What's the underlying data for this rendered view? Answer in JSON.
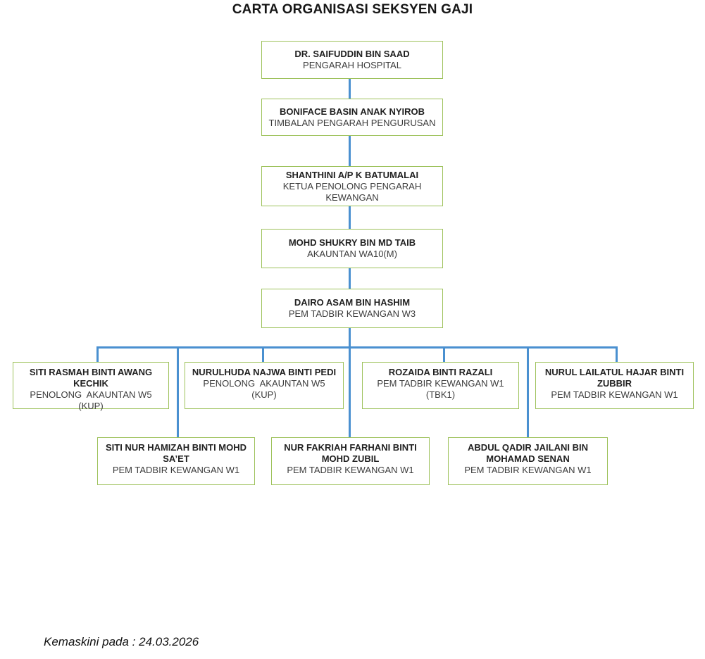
{
  "title": "CARTA ORGANISASI SEKSYEN GAJI",
  "colors": {
    "box_border": "#9ec25c",
    "connector": "#4a90d0",
    "name_text": "#212121",
    "role_text": "#3c3c3c"
  },
  "org": {
    "chain": [
      {
        "name": "DR. SAIFUDDIN BIN SAAD",
        "role": "PENGARAH HOSPITAL"
      },
      {
        "name": "BONIFACE BASIN ANAK NYIROB",
        "role": "TIMBALAN PENGARAH PENGURUSAN"
      },
      {
        "name": "SHANTHINI A/P K BATUMALAI",
        "role": "KETUA PENOLONG PENGARAH KEWANGAN"
      },
      {
        "name": "MOHD SHUKRY BIN MD TAIB",
        "role": "AKAUNTAN WA10(M)"
      },
      {
        "name": "DAIRO ASAM BIN HASHIM",
        "role": "PEM TADBIR KEWANGAN W3"
      }
    ],
    "row1": [
      {
        "name": "SITI RASMAH BINTI AWANG KECHIK",
        "role": "PENOLONG  AKAUNTAN W5",
        "note": "(KUP)"
      },
      {
        "name": "NURULHUDA NAJWA BINTI PEDI",
        "role": "PENOLONG  AKAUNTAN W5",
        "note": "(KUP)"
      },
      {
        "name": "ROZAIDA BINTI RAZALI",
        "role": "PEM TADBIR KEWANGAN W1",
        "note": "(TBK1)"
      },
      {
        "name": "NURUL LAILATUL HAJAR BINTI ZUBBIR",
        "role": "PEM TADBIR KEWANGAN W1"
      }
    ],
    "row2": [
      {
        "name": "SITI NUR HAMIZAH BINTI MOHD SA’ET",
        "role": "PEM TADBIR KEWANGAN W1"
      },
      {
        "name": "NUR FAKRIAH FARHANI BINTI MOHD ZUBIL",
        "role": "PEM TADBIR KEWANGAN W1"
      },
      {
        "name": "ABDUL QADIR JAILANI BIN MOHAMAD SENAN",
        "role": "PEM TADBIR KEWANGAN W1"
      }
    ]
  },
  "footer": {
    "updated_label": "Kemaskini pada : 24.03.2026"
  }
}
